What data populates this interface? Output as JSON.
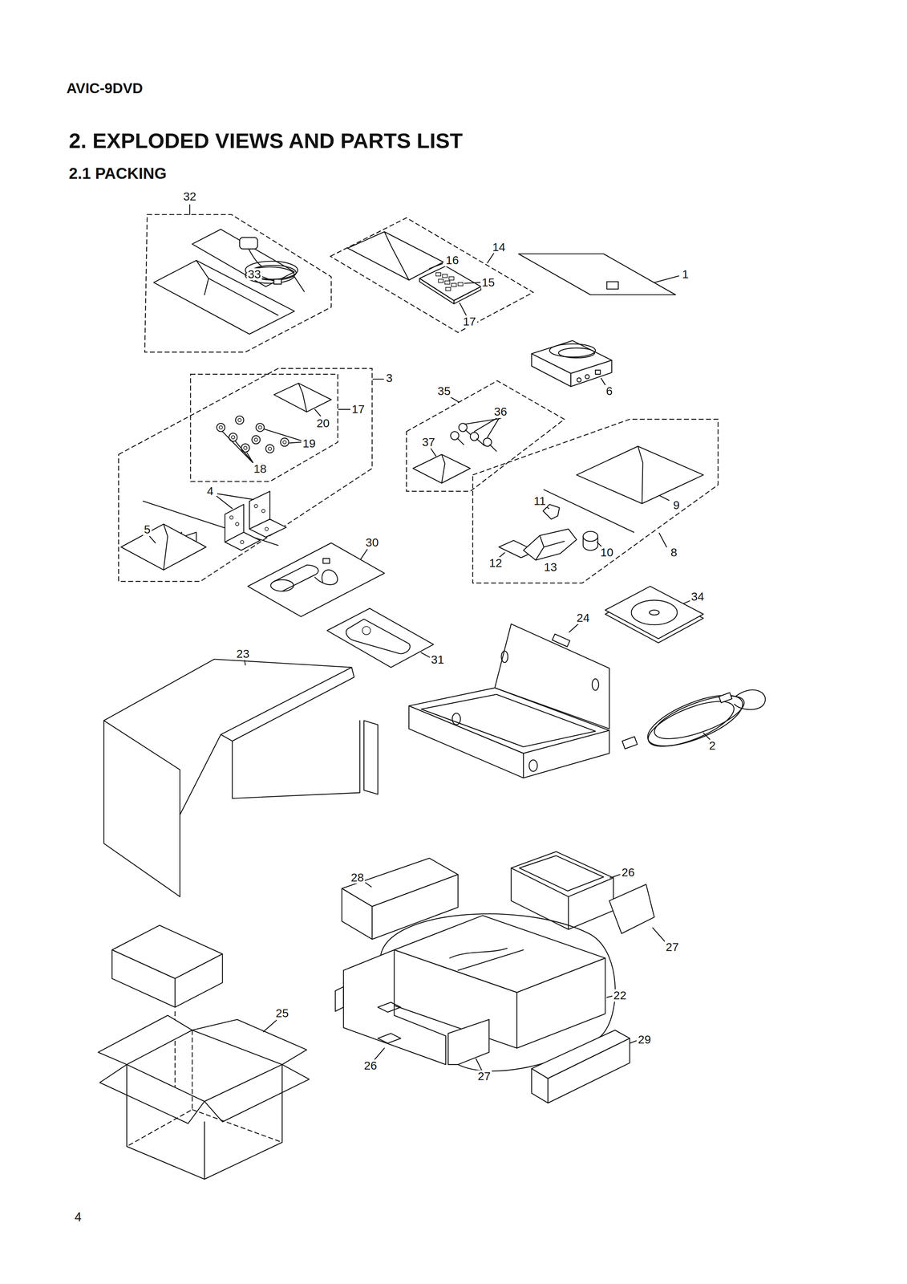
{
  "diagram": {
    "title": "2. EXPLODED VIEWS AND PARTS LIST",
    "labels": [
      "AVIC-9DVD",
      "2.1 PACKING",
      "32",
      "14",
      "16",
      "1",
      "33",
      "15",
      "17",
      "3",
      "6",
      "35",
      "17",
      "36",
      "20",
      "19",
      "37",
      "18",
      "4",
      "11",
      "9",
      "5",
      "30",
      "10",
      "8",
      "12",
      "13",
      "34",
      "24",
      "23",
      "31",
      "2",
      "26",
      "28",
      "27",
      "22",
      "25",
      "29",
      "26",
      "27",
      "4"
    ]
  }
}
